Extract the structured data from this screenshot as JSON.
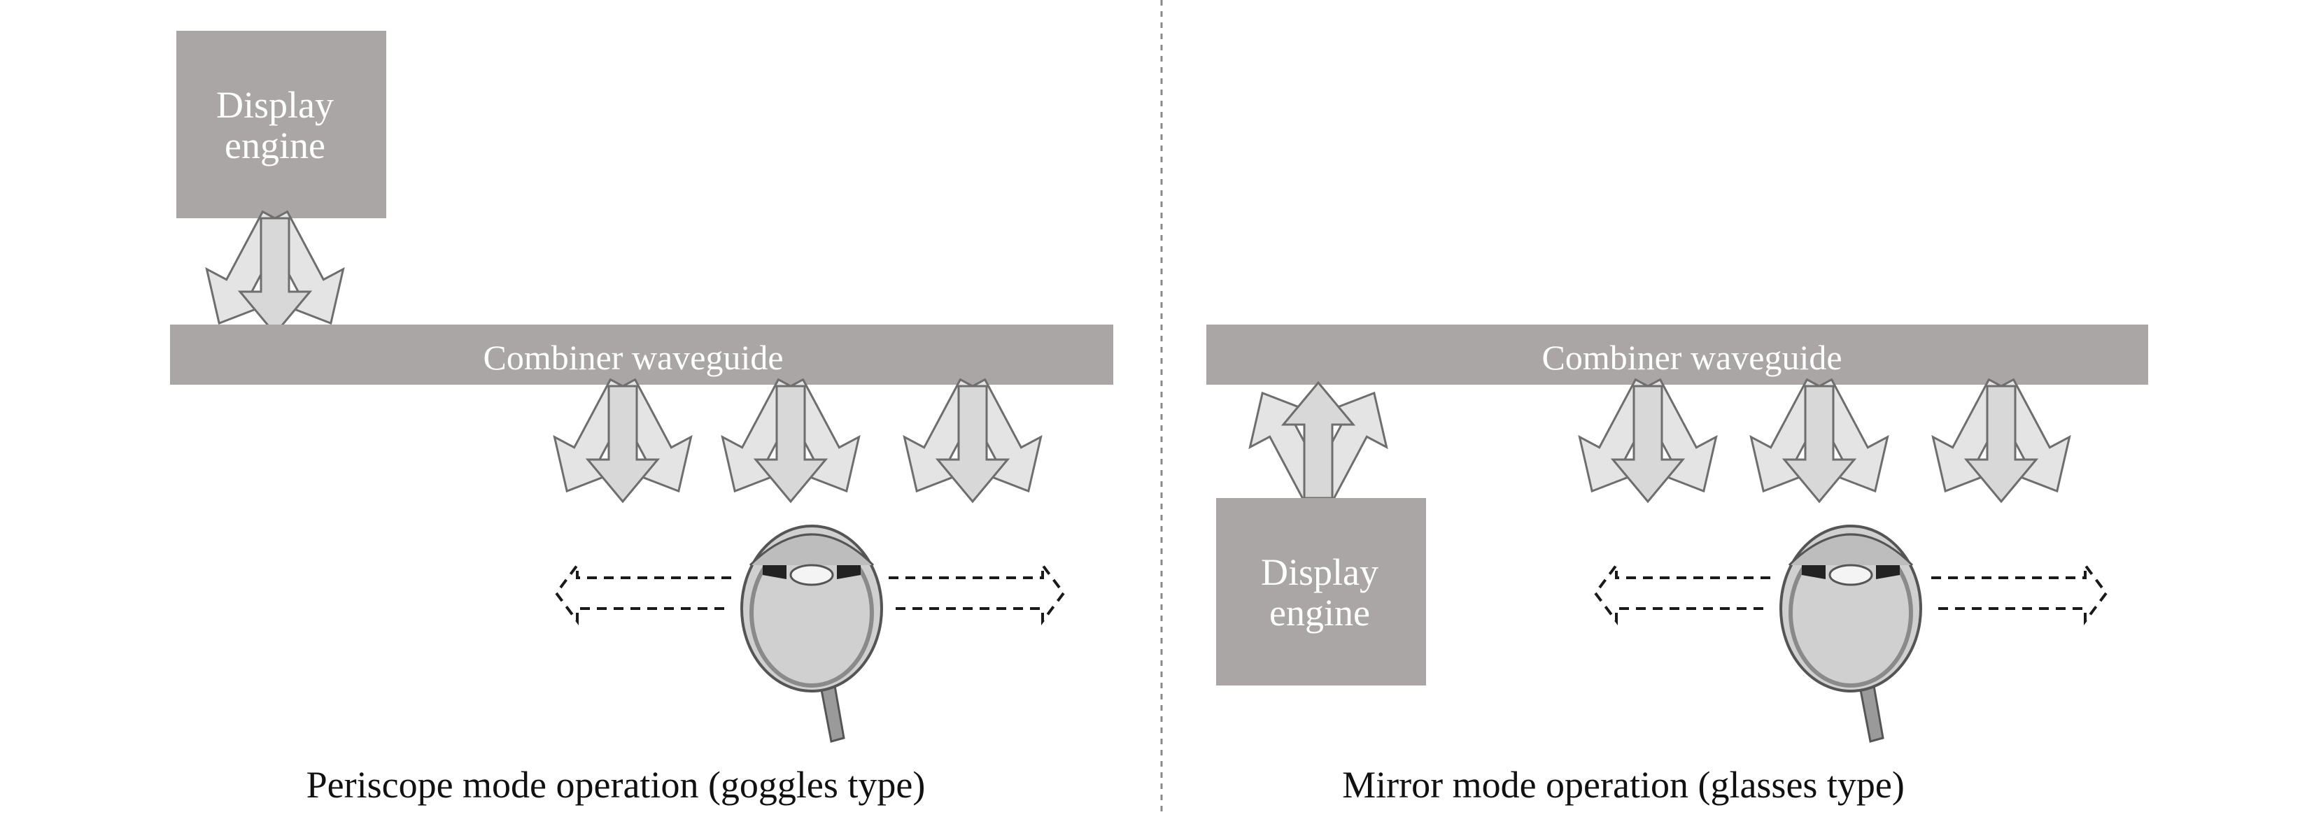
{
  "colors": {
    "block": "#aba6a6",
    "arrow_fill": "#e4e4e4",
    "arrow_stroke": "#6e6e6e",
    "divider": "#888888"
  },
  "left_panel": {
    "engine_label_line1": "Display",
    "engine_label_line2": "engine",
    "waveguide_label": "Combiner waveguide",
    "caption": "Periscope mode operation (goggles type)"
  },
  "right_panel": {
    "engine_label_line1": "Display",
    "engine_label_line2": "engine",
    "waveguide_label": "Combiner waveguide",
    "caption": "Mirror mode operation (glasses type)"
  },
  "icons": {
    "eye": "eye-icon",
    "arrow_fan": "light-arrow-fan-icon",
    "eyebox_arrow": "double-dashed-arrow-icon"
  }
}
